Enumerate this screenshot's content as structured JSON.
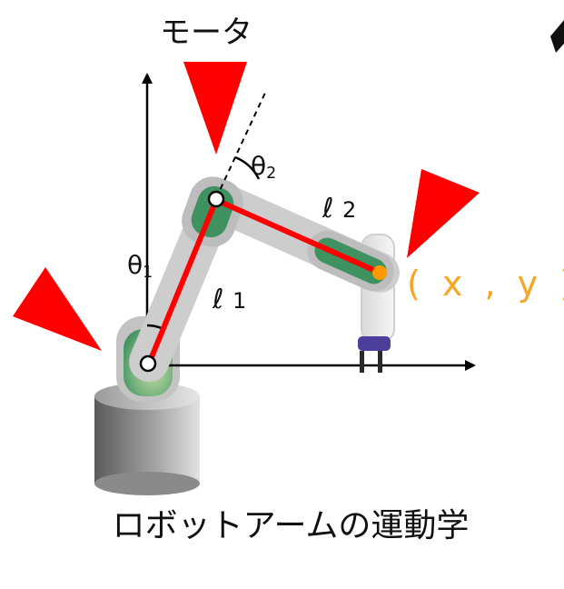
{
  "labels": {
    "motor": "モータ",
    "theta1": "θ",
    "theta1_sub": "1",
    "theta2": "θ",
    "theta2_sub": "2",
    "link1": "ℓ",
    "link1_sub": "1",
    "link2": "ℓ",
    "link2_sub": "2",
    "coordinate": "( x , y )"
  },
  "caption": "ロボットアームの運動学",
  "colors": {
    "motor_marker": "#ff0000",
    "link_line": "#ff0000",
    "endpoint": "#ff9a00",
    "coordinate_text": "#f5a623",
    "arm_body": "#cfcfcf",
    "joint_fill": "#3f9160",
    "gripper": "#4b3f9b"
  }
}
